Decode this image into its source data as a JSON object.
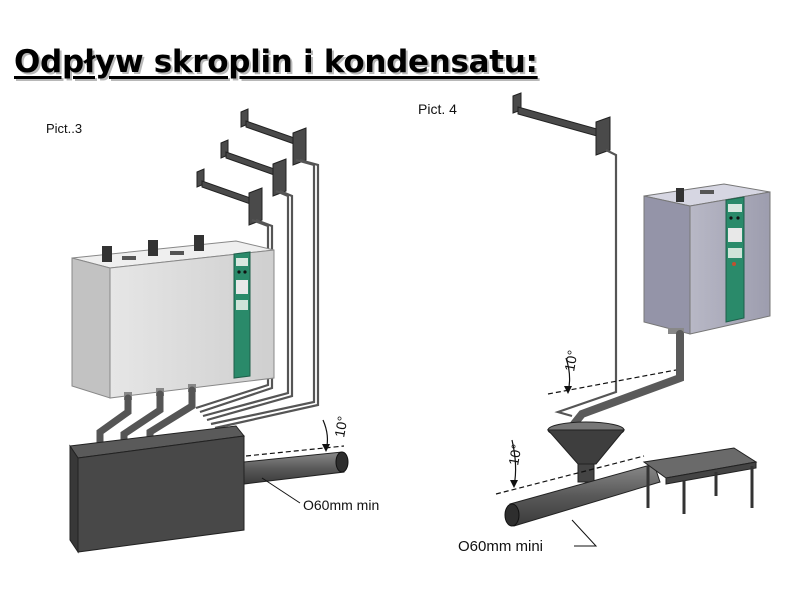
{
  "title": "Odpływ skroplin i kondensatu:",
  "left_figure": {
    "label": "Pict..3",
    "angle_label": "10°",
    "pipe_label": "O60mm min"
  },
  "right_figure": {
    "label": "Pict. 4",
    "angle_upper_label": "10°",
    "angle_lower_label": "10°",
    "pipe_label": "O60mm mini"
  },
  "colors": {
    "unit_body": "#d9d9d9",
    "unit_side": "#c6c6c6",
    "unit_body_right": "#a8a8b8",
    "panel": "#2a8a6a",
    "tank": "#484848",
    "pipe": "#666666",
    "bracket": "#4a4a4a"
  }
}
